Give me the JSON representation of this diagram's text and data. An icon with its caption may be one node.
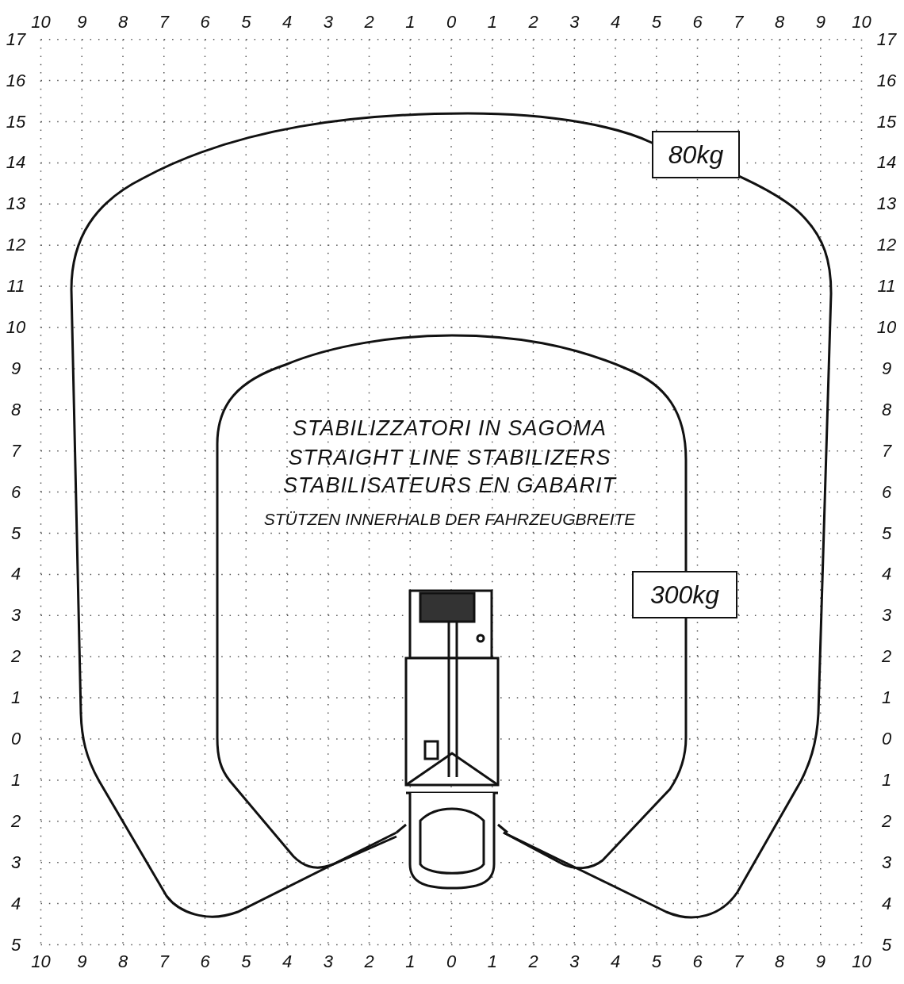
{
  "diagram": {
    "nodes": [
      {
        "text": [
          "80kg"
        ]
      },
      {
        "text": [
          "300kg"
        ]
      }
    ],
    "edges": [],
    "labels": [
      "10",
      "9",
      "8",
      "7",
      "6",
      "5",
      "4",
      "3",
      "2",
      "1",
      "0",
      "1",
      "2",
      "3",
      "4",
      "5",
      "6",
      "7",
      "8",
      "9",
      "10",
      "17",
      "17",
      "16",
      "16",
      "15",
      "15",
      "14",
      "14",
      "13",
      "13",
      "12",
      "12",
      "11",
      "11",
      "10",
      "10",
      "9",
      "9",
      "8",
      "8",
      "STABILIZZATORI IN SAGOMA",
      "STRAIGHT LINE STABILIZERS",
      "STABILISATEURS EN GABARIT",
      "STÜTZEN INNERHALB DER FAHRZEUGBREITE",
      "7",
      "7",
      "6",
      "6",
      "5",
      "5",
      "4",
      "4",
      "3",
      "3",
      "2",
      "2",
      "1",
      "1",
      "0",
      "0",
      "1",
      "1",
      "2",
      "2",
      "3",
      "3",
      "4",
      "4",
      "5",
      "5",
      "10",
      "9",
      "8",
      "7",
      "6",
      "5",
      "4",
      "3",
      "2",
      "1",
      "0",
      "1",
      "2",
      "3",
      "4",
      "5",
      "6",
      "7",
      "8",
      "9",
      "10"
    ]
  }
}
